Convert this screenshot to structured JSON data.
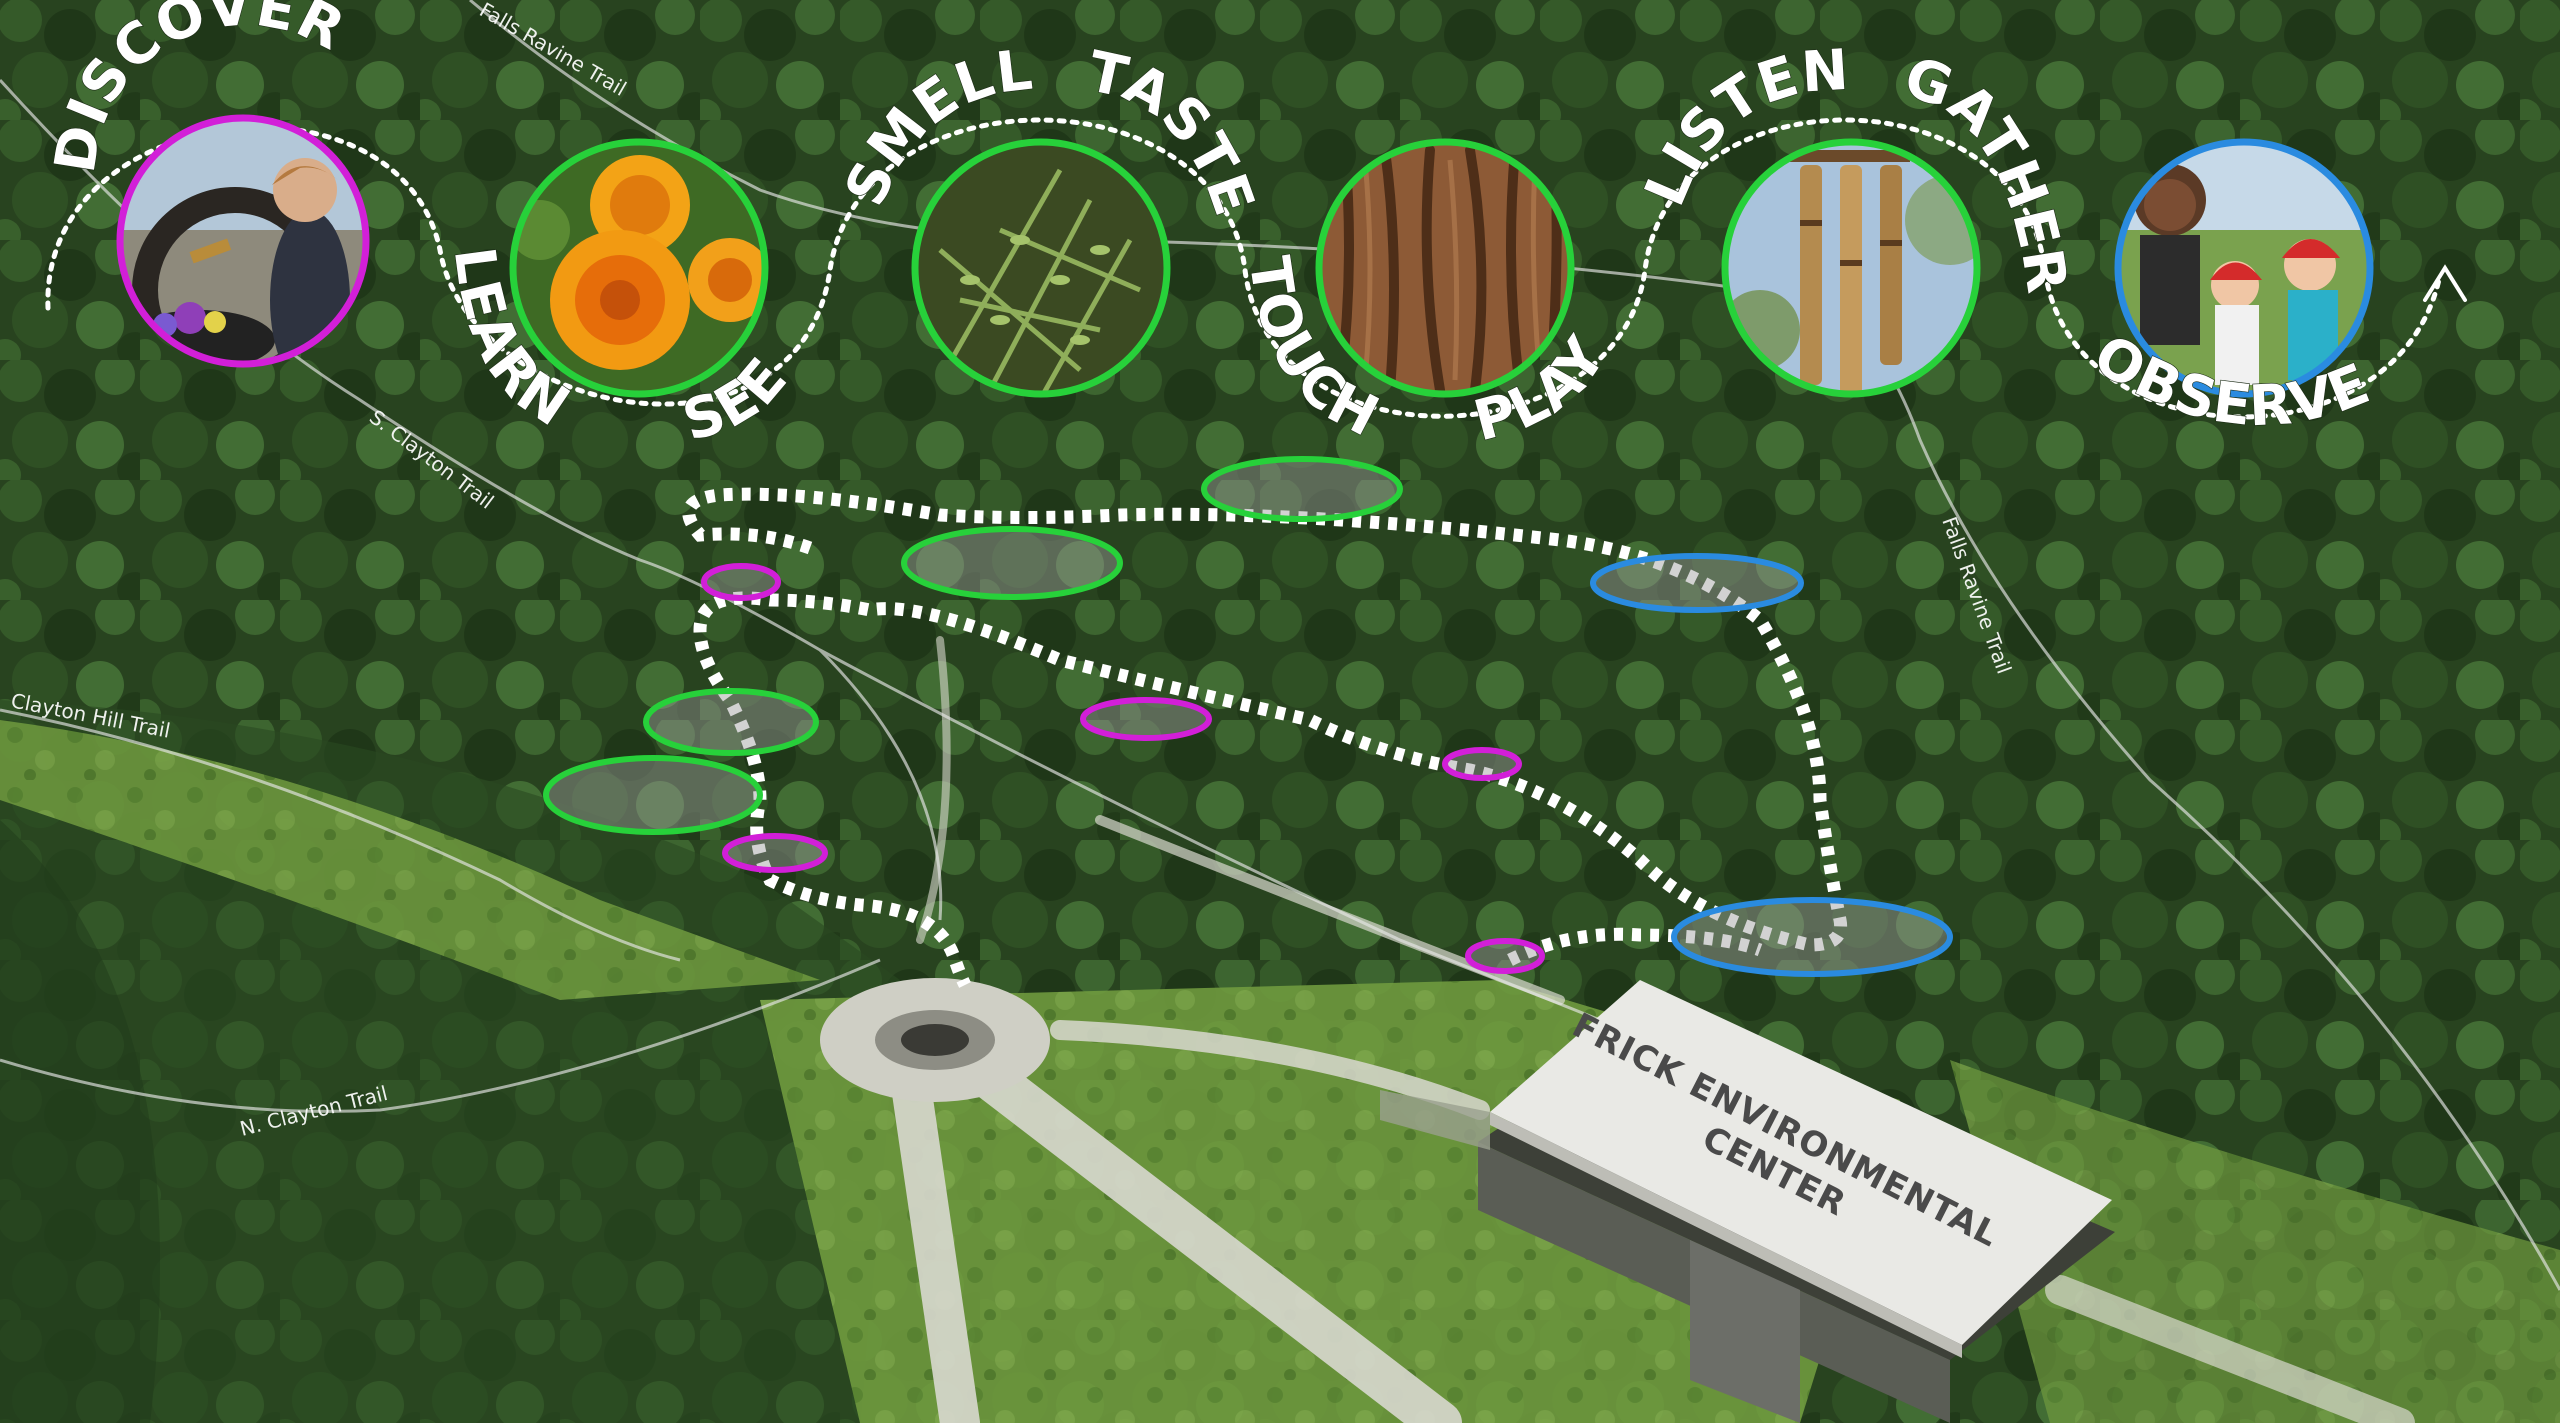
{
  "trails": {
    "falls_ravine_top": "Falls Ravine Trail",
    "falls_ravine_right": "Falls Ravine Trail",
    "s_clayton": "S. Clayton Trail",
    "clayton_hill": "Clayton Hill Trail",
    "n_clayton": "N. Clayton Trail"
  },
  "senses": {
    "discover": "DISCOVER",
    "learn": "LEARN",
    "see": "SEE",
    "smell": "SMELL",
    "taste": "TASTE",
    "touch": "TOUCH",
    "play": "PLAY",
    "listen": "LISTEN",
    "gather": "GATHER",
    "observe": "OBSERVE"
  },
  "photos": [
    {
      "id": "discover-photo",
      "ring": "#d21fd8",
      "subject": "child at telescope"
    },
    {
      "id": "see-photo",
      "ring": "#27d13a",
      "subject": "marigold flowers"
    },
    {
      "id": "smell-taste-photo",
      "ring": "#27d13a",
      "subject": "thyme herb"
    },
    {
      "id": "touch-play-photo",
      "ring": "#27d13a",
      "subject": "tree bark"
    },
    {
      "id": "listen-photo",
      "ring": "#27d13a",
      "subject": "wind chimes"
    },
    {
      "id": "observe-photo",
      "ring": "#2a8be0",
      "subject": "kids observing"
    }
  ],
  "building": {
    "line1": "FRICK ENVIRONMENTAL",
    "line2": "CENTER"
  },
  "colors": {
    "magenta": "#d21fd8",
    "green": "#27d13a",
    "blue": "#2a8be0",
    "path": "#ffffff"
  }
}
